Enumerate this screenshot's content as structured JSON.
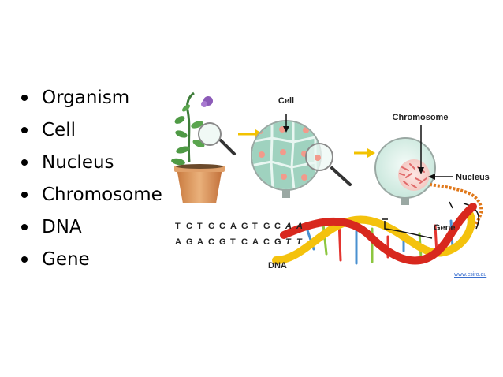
{
  "bullets": [
    "Organism",
    "Cell",
    "Nucleus",
    "Chromosome",
    "DNA",
    "Gene"
  ],
  "labels": {
    "cell": "Cell",
    "chromosome": "Chromosome",
    "nucleus": "Nucleus",
    "gene": "Gene",
    "dna": "DNA"
  },
  "sequence": {
    "top": [
      "T",
      "C",
      "T",
      "G",
      "C",
      "A",
      "G",
      "T",
      "G",
      "C",
      "A",
      "A"
    ],
    "bottom": [
      "A",
      "G",
      "A",
      "C",
      "G",
      "T",
      "C",
      "A",
      "C",
      "G",
      "T",
      "T"
    ]
  },
  "credit": "www.csiro.au",
  "colors": {
    "pot": "#e2a46a",
    "cell_bg": "#bfe3d3",
    "arrow": "#f2c200",
    "strand_red": "#d8281e",
    "strand_yellow": "#f4c20d"
  }
}
